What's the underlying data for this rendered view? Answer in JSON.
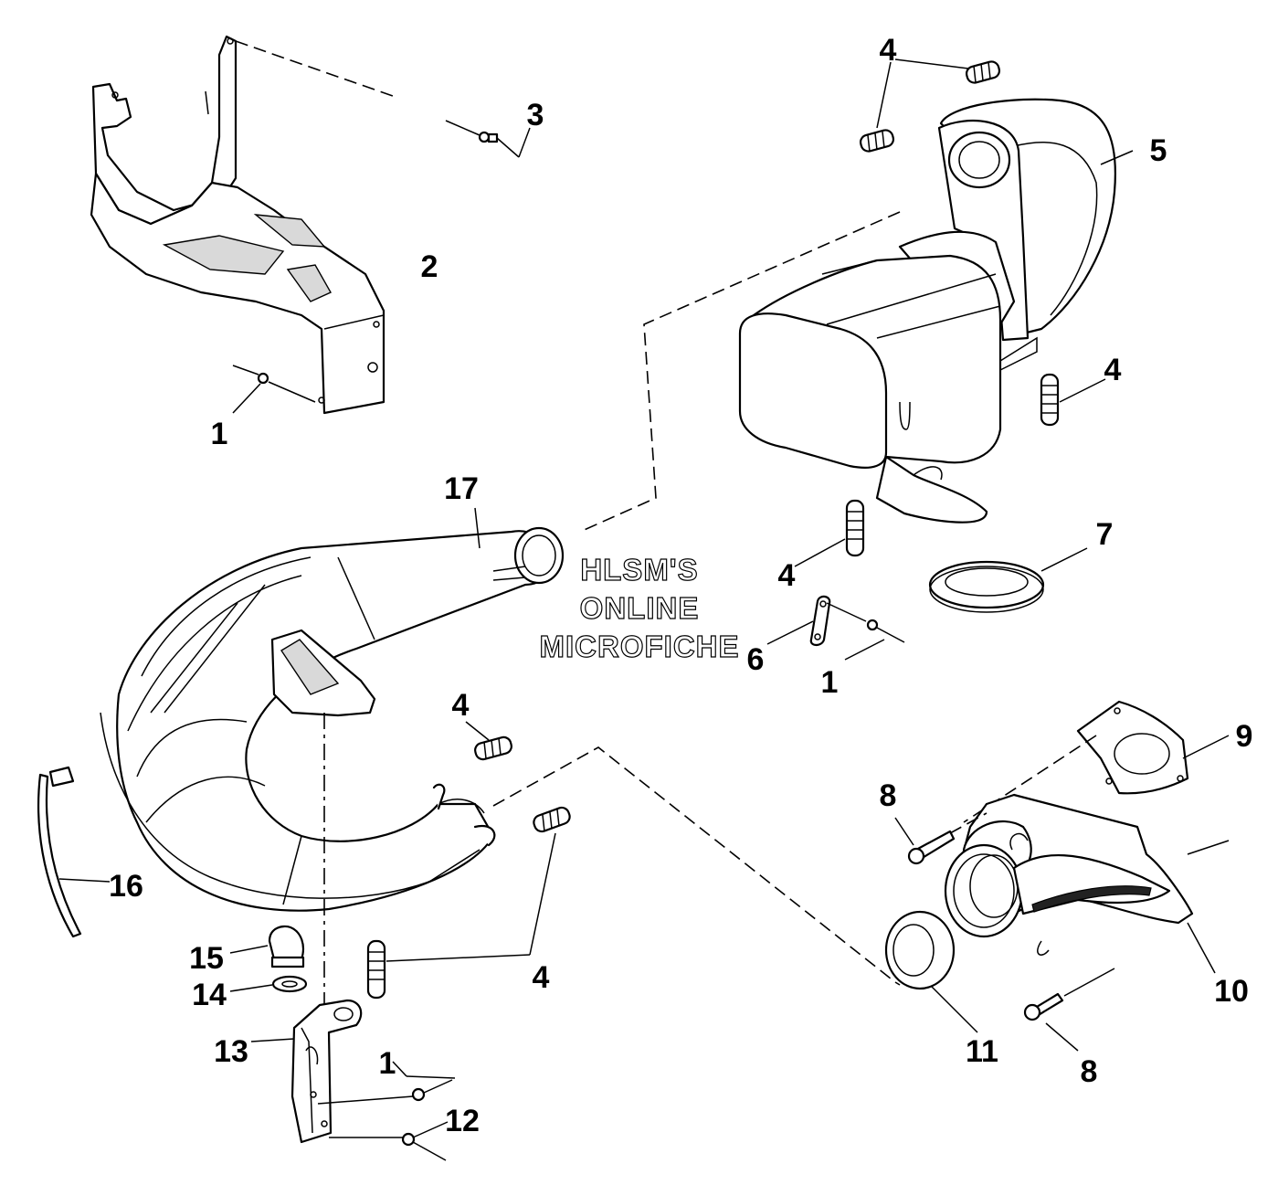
{
  "watermark": {
    "line1": "HLSM'S",
    "line2": "ONLINE",
    "line3": "MICROFICHE"
  },
  "callouts": {
    "c1a": "1",
    "c1b": "1",
    "c1c": "1",
    "c2": "2",
    "c3": "3",
    "c4a": "4",
    "c4b": "4",
    "c4c": "4",
    "c4d": "4",
    "c4e": "4",
    "c5": "5",
    "c6": "6",
    "c7": "7",
    "c8a": "8",
    "c8b": "8",
    "c9": "9",
    "c10": "10",
    "c11": "11",
    "c12": "12",
    "c13": "13",
    "c14": "14",
    "c15": "15",
    "c16": "16",
    "c17": "17"
  }
}
